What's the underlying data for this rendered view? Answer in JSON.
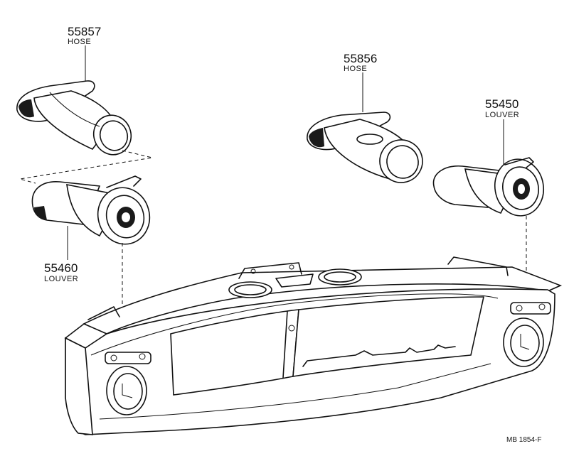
{
  "parts": {
    "hose_left": {
      "number": "55857",
      "name": "HOSE"
    },
    "hose_right": {
      "number": "55856",
      "name": "HOSE"
    },
    "louver_right": {
      "number": "55450",
      "name": "LOUVER"
    },
    "louver_left": {
      "number": "55460",
      "name": "LOUVER"
    }
  },
  "diagram_code": "MB 1854-F"
}
